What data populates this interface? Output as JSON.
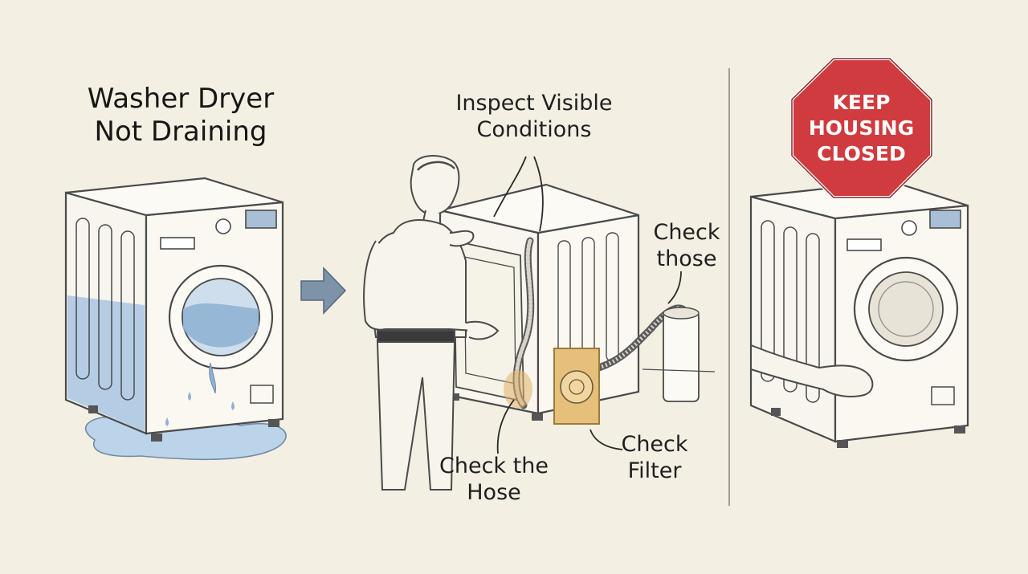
{
  "panels": {
    "problem": {
      "title": "Washer Dryer\nNot Draining"
    },
    "inspect": {
      "heading": "Inspect Visible\nConditions",
      "callouts": {
        "those": "Check\nthose",
        "hose": "Check the\nHose",
        "filter": "Check\nFilter"
      }
    },
    "warning": {
      "sign_text": "KEEP\nHOUSING\nCLOSED"
    }
  },
  "colors": {
    "background": "#f3efe3",
    "line": "#4a4a4a",
    "water": "#a9c6e2",
    "arrow": "#7f93a8",
    "stop_sign": "#cf3b3e",
    "hose_highlight": "#e0b26a",
    "filter_highlight": "#d9a84e"
  },
  "icons": [
    "arrow-right-icon",
    "stop-sign-icon"
  ]
}
